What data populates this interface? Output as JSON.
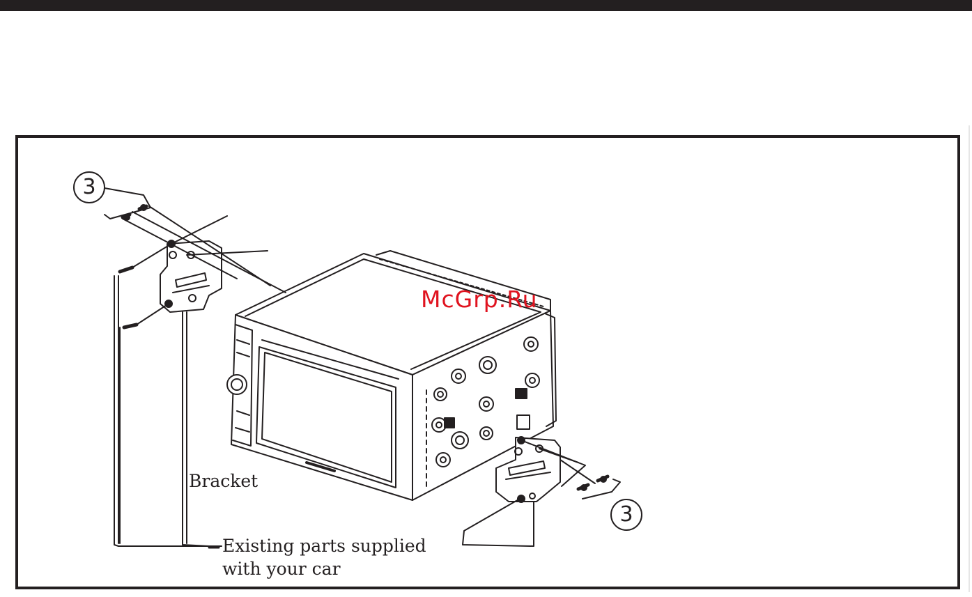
{
  "labels": {
    "bracket": "Bracket",
    "existing_line1": "Existing parts supplied",
    "existing_line2": "with your car"
  },
  "callouts": {
    "left_number": "3",
    "right_number": "3"
  },
  "watermark": "McGrp.Ru",
  "colors": {
    "ink": "#231f20",
    "watermark": "#e0131f",
    "background": "#ffffff"
  }
}
